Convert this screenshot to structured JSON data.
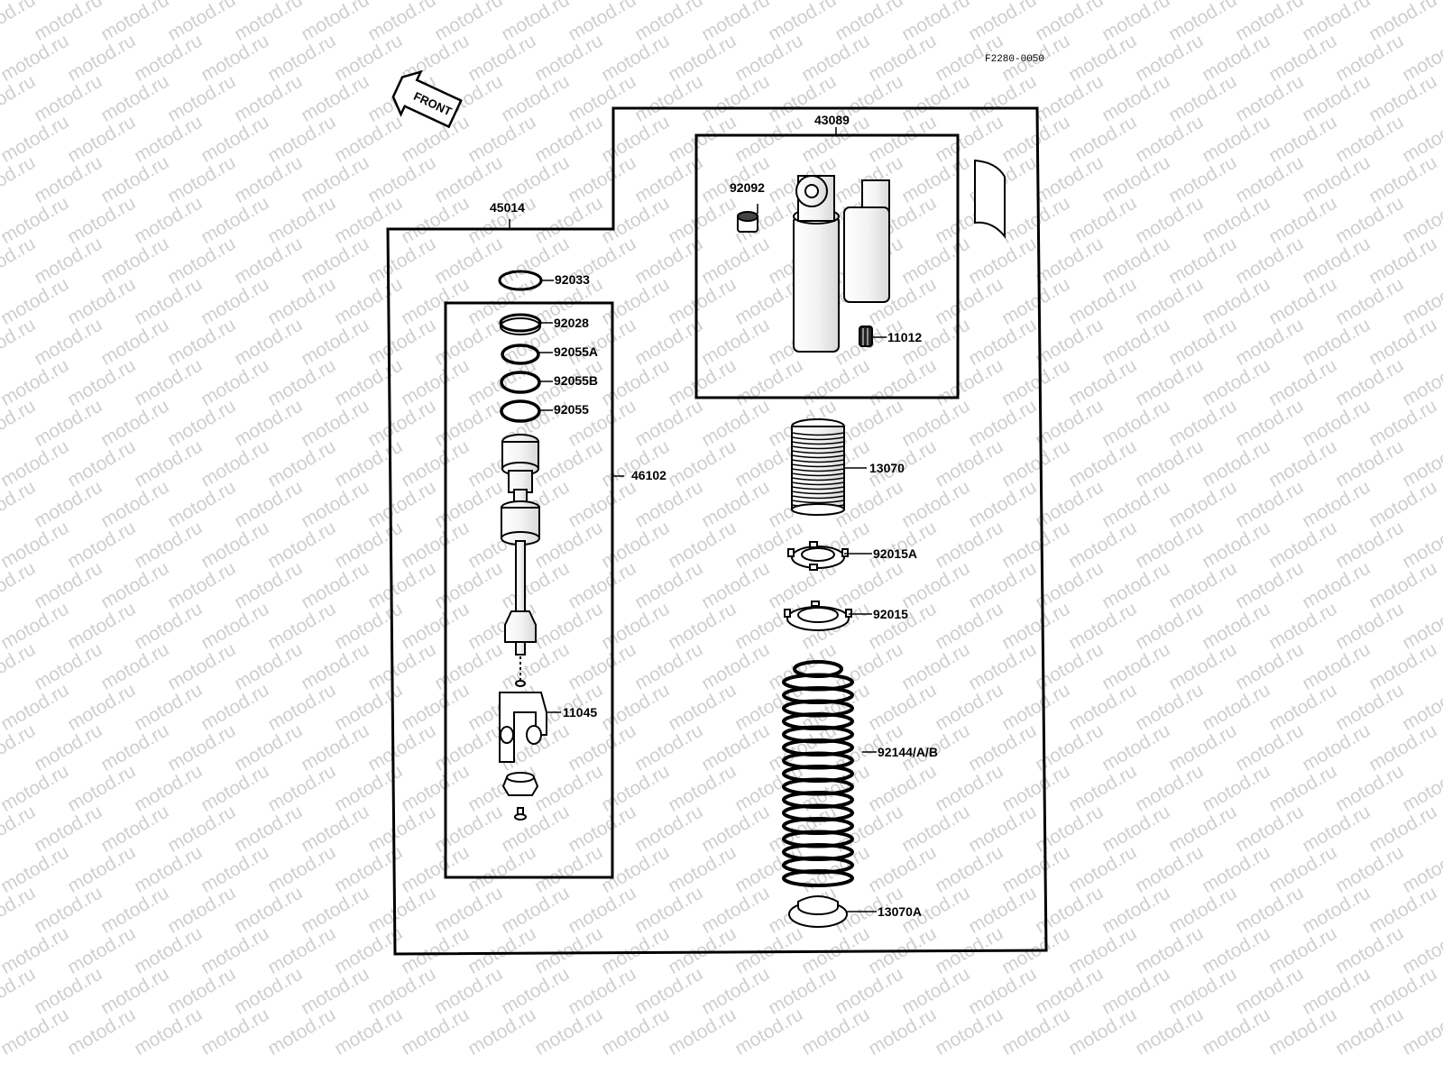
{
  "drawing_code": "F2280-0050",
  "watermark": "motod.ru",
  "front_label": "FRONT",
  "assemblies": {
    "outer": "45014",
    "damper_body": "43089",
    "piston_rod": "46102"
  },
  "parts": [
    {
      "id": "p92033",
      "number": "92033"
    },
    {
      "id": "p92028",
      "number": "92028"
    },
    {
      "id": "p92055A",
      "number": "92055A"
    },
    {
      "id": "p92055B",
      "number": "92055B"
    },
    {
      "id": "p92055",
      "number": "92055"
    },
    {
      "id": "p11045",
      "number": "11045"
    },
    {
      "id": "p92092",
      "number": "92092"
    },
    {
      "id": "p11012",
      "number": "11012"
    },
    {
      "id": "p13070",
      "number": "13070"
    },
    {
      "id": "p92015A",
      "number": "92015A"
    },
    {
      "id": "p92015",
      "number": "92015"
    },
    {
      "id": "p92144",
      "number": "92144/A/B"
    },
    {
      "id": "p13070A",
      "number": "13070A"
    }
  ]
}
